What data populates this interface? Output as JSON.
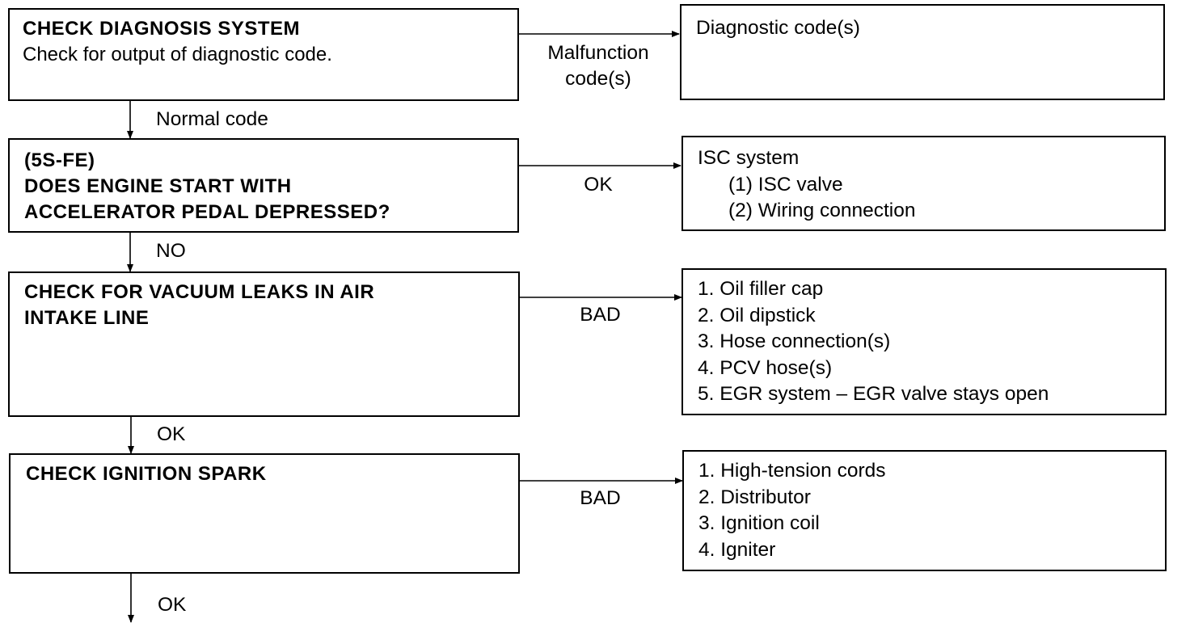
{
  "steps": [
    {
      "title": [
        "CHECK DIAGNOSIS SYSTEM"
      ],
      "detail": [
        "Check for output of diagnostic code."
      ],
      "branch_label": [
        "Malfunction",
        "code(s)"
      ],
      "result": [
        "Diagnostic code(s)"
      ],
      "result_sub": [],
      "down_label": "Normal code"
    },
    {
      "title": [
        "(5S-FE)",
        "DOES ENGINE START WITH",
        "ACCELERATOR PEDAL DEPRESSED?"
      ],
      "detail": [],
      "branch_label": [
        "OK"
      ],
      "result": [
        "ISC system"
      ],
      "result_sub": [
        "(1) ISC valve",
        "(2) Wiring connection"
      ],
      "down_label": "NO"
    },
    {
      "title": [
        "CHECK FOR VACUUM LEAKS IN AIR",
        "INTAKE LINE"
      ],
      "detail": [],
      "branch_label": [
        "BAD"
      ],
      "result": [
        "1. Oil filler cap",
        "2. Oil dipstick",
        "3. Hose connection(s)",
        "4. PCV hose(s)",
        "5. EGR system – EGR valve stays open"
      ],
      "result_sub": [],
      "down_label": "OK"
    },
    {
      "title": [
        "CHECK IGNITION SPARK"
      ],
      "detail": [],
      "branch_label": [
        "BAD"
      ],
      "result": [
        "1. High-tension cords",
        "2. Distributor",
        "3. Ignition coil",
        "4. Igniter"
      ],
      "result_sub": [],
      "down_label": "OK"
    }
  ]
}
